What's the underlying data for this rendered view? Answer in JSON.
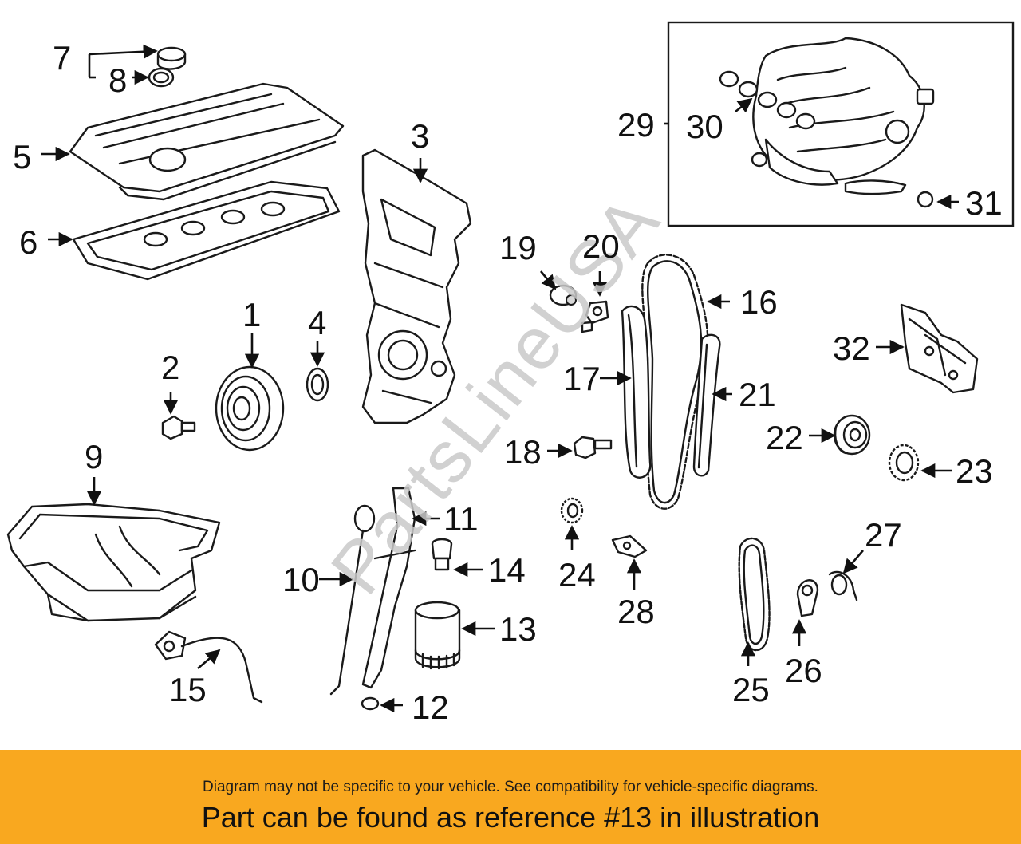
{
  "callouts": {
    "c1": "1",
    "c2": "2",
    "c3": "3",
    "c4": "4",
    "c5": "5",
    "c6": "6",
    "c7": "7",
    "c8": "8",
    "c9": "9",
    "c10": "10",
    "c11": "11",
    "c12": "12",
    "c13": "13",
    "c14": "14",
    "c15": "15",
    "c16": "16",
    "c17": "17",
    "c18": "18",
    "c19": "19",
    "c20": "20",
    "c21": "21",
    "c22": "22",
    "c23": "23",
    "c24": "24",
    "c25": "25",
    "c26": "26",
    "c27": "27",
    "c28": "28",
    "c29": "29",
    "c30": "30",
    "c31": "31",
    "c32": "32"
  },
  "watermark": "PartsLineUSA",
  "footer": {
    "note": "Diagram may not be specific to your vehicle. See compatibility for vehicle-specific diagrams.",
    "reference": "Part can be found as reference #13 in illustration"
  },
  "colors": {
    "footer_bg": "#f9a81f",
    "line": "#1a1a1a",
    "watermark": "#c9c9c9"
  }
}
